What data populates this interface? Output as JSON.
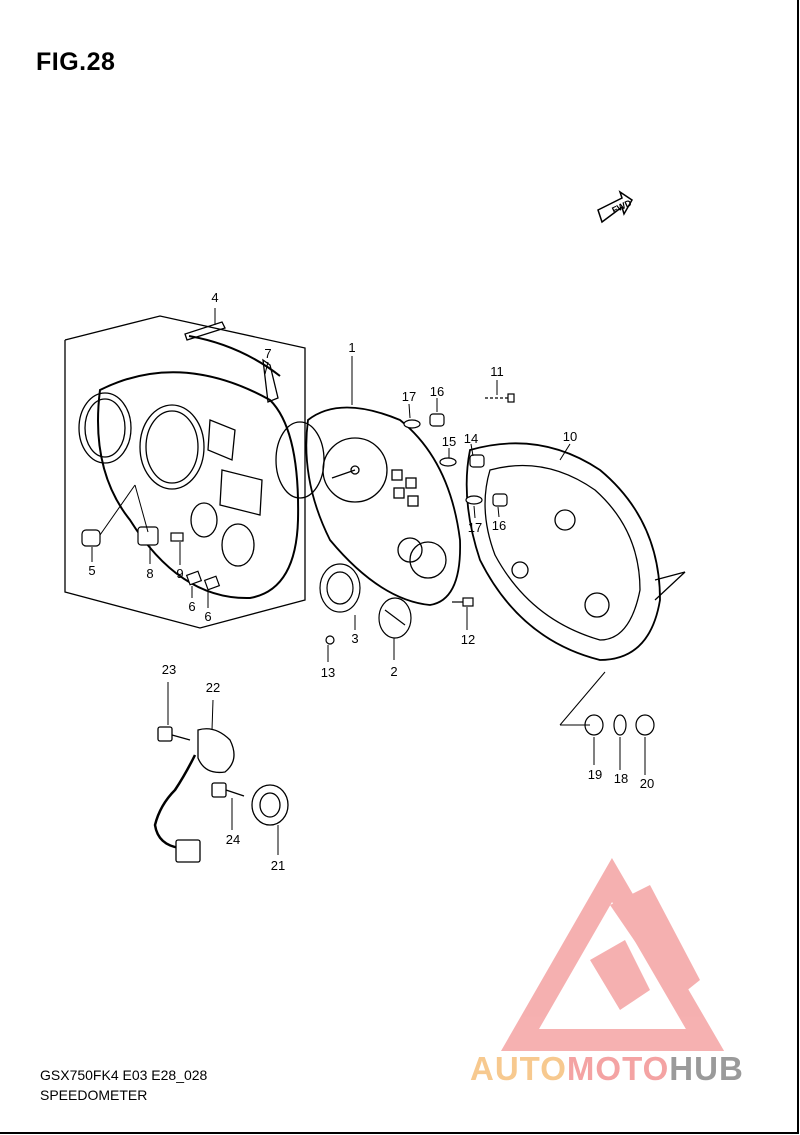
{
  "figure": {
    "title": "FIG.28",
    "model_code": "GSX750FK4 E03 E28_028",
    "section_name": "SPEEDOMETER",
    "fwd_label": "FWD"
  },
  "parts": [
    {
      "id": "p1",
      "label": "1"
    },
    {
      "id": "p2",
      "label": "2"
    },
    {
      "id": "p3",
      "label": "3"
    },
    {
      "id": "p4",
      "label": "4"
    },
    {
      "id": "p5",
      "label": "5"
    },
    {
      "id": "p6a",
      "label": "6"
    },
    {
      "id": "p6b",
      "label": "6"
    },
    {
      "id": "p7",
      "label": "7"
    },
    {
      "id": "p8",
      "label": "8"
    },
    {
      "id": "p9",
      "label": "9"
    },
    {
      "id": "p10",
      "label": "10"
    },
    {
      "id": "p11",
      "label": "11"
    },
    {
      "id": "p12",
      "label": "12"
    },
    {
      "id": "p13",
      "label": "13"
    },
    {
      "id": "p14",
      "label": "14"
    },
    {
      "id": "p15",
      "label": "15"
    },
    {
      "id": "p16a",
      "label": "16"
    },
    {
      "id": "p16b",
      "label": "16"
    },
    {
      "id": "p17a",
      "label": "17"
    },
    {
      "id": "p17b",
      "label": "17"
    },
    {
      "id": "p18",
      "label": "18"
    },
    {
      "id": "p19",
      "label": "19"
    },
    {
      "id": "p20",
      "label": "20"
    },
    {
      "id": "p21",
      "label": "21"
    },
    {
      "id": "p22",
      "label": "22"
    },
    {
      "id": "p23",
      "label": "23"
    },
    {
      "id": "p24",
      "label": "24"
    }
  ],
  "watermark": {
    "part_a": "AUTO",
    "part_b": "MOTO",
    "part_c": "HUB",
    "color_a": "#f7c98f",
    "color_b": "#f4a3a3",
    "color_c": "#9a9a9a"
  }
}
